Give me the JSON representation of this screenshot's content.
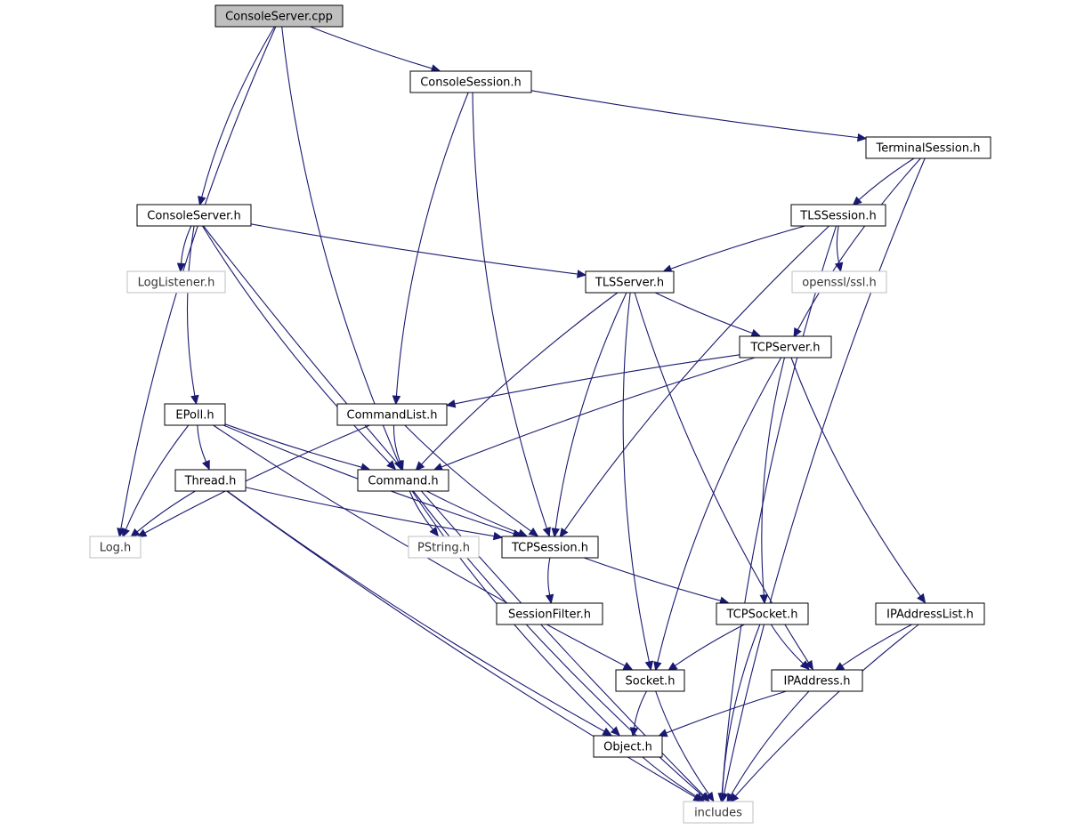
{
  "graph": {
    "nodes": [
      {
        "id": "consoleserver_cpp",
        "label": "ConsoleServer.cpp",
        "kind": "root"
      },
      {
        "id": "consolesession_h",
        "label": "ConsoleSession.h",
        "kind": "header"
      },
      {
        "id": "terminalsession_h",
        "label": "TerminalSession.h",
        "kind": "header"
      },
      {
        "id": "consoleserver_h",
        "label": "ConsoleServer.h",
        "kind": "header"
      },
      {
        "id": "tlssession_h",
        "label": "TLSSession.h",
        "kind": "header"
      },
      {
        "id": "loglistener_h",
        "label": "LogListener.h",
        "kind": "external"
      },
      {
        "id": "tlsserver_h",
        "label": "TLSServer.h",
        "kind": "header"
      },
      {
        "id": "openssl_ssl_h",
        "label": "openssl/ssl.h",
        "kind": "external"
      },
      {
        "id": "tcpserver_h",
        "label": "TCPServer.h",
        "kind": "header"
      },
      {
        "id": "epoll_h",
        "label": "EPoll.h",
        "kind": "header"
      },
      {
        "id": "commandlist_h",
        "label": "CommandList.h",
        "kind": "header"
      },
      {
        "id": "thread_h",
        "label": "Thread.h",
        "kind": "header"
      },
      {
        "id": "command_h",
        "label": "Command.h",
        "kind": "header"
      },
      {
        "id": "log_h",
        "label": "Log.h",
        "kind": "external"
      },
      {
        "id": "pstring_h",
        "label": "PString.h",
        "kind": "external"
      },
      {
        "id": "tcpsession_h",
        "label": "TCPSession.h",
        "kind": "header"
      },
      {
        "id": "sessionfilter_h",
        "label": "SessionFilter.h",
        "kind": "header"
      },
      {
        "id": "tcpsocket_h",
        "label": "TCPSocket.h",
        "kind": "header"
      },
      {
        "id": "ipaddresslist_h",
        "label": "IPAddressList.h",
        "kind": "header"
      },
      {
        "id": "socket_h",
        "label": "Socket.h",
        "kind": "header"
      },
      {
        "id": "ipaddress_h",
        "label": "IPAddress.h",
        "kind": "header"
      },
      {
        "id": "object_h",
        "label": "Object.h",
        "kind": "header"
      },
      {
        "id": "includes",
        "label": "includes",
        "kind": "external"
      }
    ],
    "edges": [
      [
        "consoleserver_cpp",
        "consolesession_h"
      ],
      [
        "consoleserver_cpp",
        "consoleserver_h"
      ],
      [
        "consoleserver_cpp",
        "log_h"
      ],
      [
        "consoleserver_cpp",
        "command_h"
      ],
      [
        "consolesession_h",
        "terminalsession_h"
      ],
      [
        "consolesession_h",
        "commandlist_h"
      ],
      [
        "consolesession_h",
        "tcpsession_h"
      ],
      [
        "terminalsession_h",
        "tlssession_h"
      ],
      [
        "terminalsession_h",
        "tcpserver_h"
      ],
      [
        "terminalsession_h",
        "includes"
      ],
      [
        "consoleserver_h",
        "loglistener_h"
      ],
      [
        "consoleserver_h",
        "tlsserver_h"
      ],
      [
        "consoleserver_h",
        "epoll_h"
      ],
      [
        "consoleserver_h",
        "command_h"
      ],
      [
        "consoleserver_h",
        "includes"
      ],
      [
        "tlssession_h",
        "tlsserver_h"
      ],
      [
        "tlssession_h",
        "openssl_ssl_h"
      ],
      [
        "tlssession_h",
        "tcpsession_h"
      ],
      [
        "tlssession_h",
        "includes"
      ],
      [
        "tlsserver_h",
        "tcpserver_h"
      ],
      [
        "tlsserver_h",
        "command_h"
      ],
      [
        "tlsserver_h",
        "tcpsession_h"
      ],
      [
        "tlsserver_h",
        "socket_h"
      ],
      [
        "tlsserver_h",
        "ipaddress_h"
      ],
      [
        "tcpserver_h",
        "commandlist_h"
      ],
      [
        "tcpserver_h",
        "command_h"
      ],
      [
        "tcpserver_h",
        "socket_h"
      ],
      [
        "tcpserver_h",
        "tcpsocket_h"
      ],
      [
        "tcpserver_h",
        "ipaddresslist_h"
      ],
      [
        "epoll_h",
        "log_h"
      ],
      [
        "epoll_h",
        "thread_h"
      ],
      [
        "epoll_h",
        "command_h"
      ],
      [
        "epoll_h",
        "tcpsession_h"
      ],
      [
        "epoll_h",
        "socket_h"
      ],
      [
        "commandlist_h",
        "command_h"
      ],
      [
        "commandlist_h",
        "tcpsession_h"
      ],
      [
        "commandlist_h",
        "log_h"
      ],
      [
        "thread_h",
        "log_h"
      ],
      [
        "thread_h",
        "tcpsession_h"
      ],
      [
        "thread_h",
        "object_h"
      ],
      [
        "thread_h",
        "includes"
      ],
      [
        "command_h",
        "pstring_h"
      ],
      [
        "command_h",
        "tcpsession_h"
      ],
      [
        "command_h",
        "object_h"
      ],
      [
        "command_h",
        "includes"
      ],
      [
        "tcpsession_h",
        "sessionfilter_h"
      ],
      [
        "tcpsession_h",
        "tcpsocket_h"
      ],
      [
        "tcpsocket_h",
        "socket_h"
      ],
      [
        "tcpsocket_h",
        "ipaddress_h"
      ],
      [
        "tcpsocket_h",
        "includes"
      ],
      [
        "ipaddresslist_h",
        "ipaddress_h"
      ],
      [
        "ipaddresslist_h",
        "includes"
      ],
      [
        "socket_h",
        "object_h"
      ],
      [
        "socket_h",
        "includes"
      ],
      [
        "ipaddress_h",
        "object_h"
      ],
      [
        "ipaddress_h",
        "includes"
      ],
      [
        "object_h",
        "includes"
      ]
    ]
  },
  "colors": {
    "edge": "#191970",
    "node_border": "#000000",
    "external_border": "#bfbfbf",
    "root_fill": "#bfbfbf"
  }
}
